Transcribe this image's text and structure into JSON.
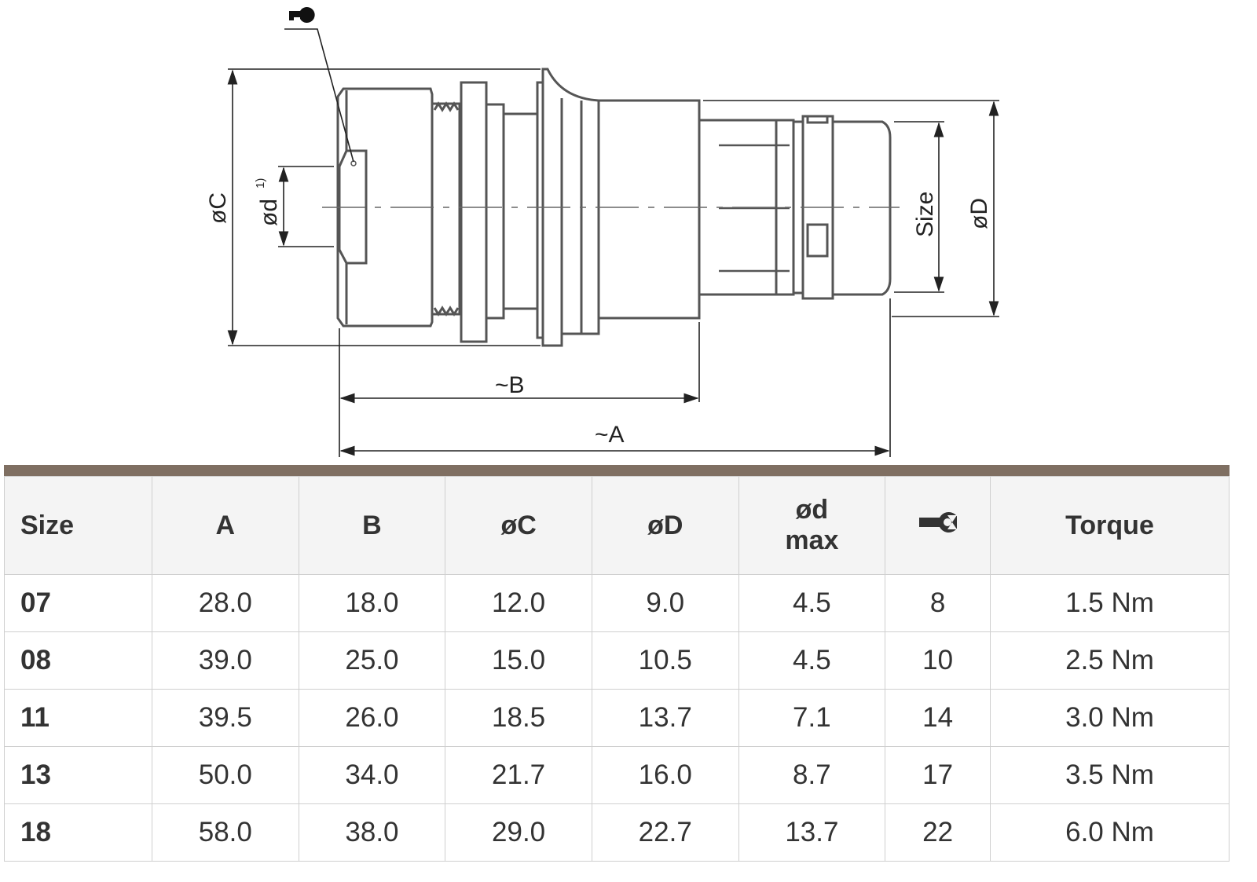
{
  "drawing": {
    "labels": {
      "dC": "øC",
      "dd": "ød",
      "dd_note": "1)",
      "size": "Size",
      "dD": "øD",
      "B": "~B",
      "A": "~A"
    },
    "wrench_icon": "wrench-icon"
  },
  "table": {
    "headers": [
      "Size",
      "A",
      "B",
      "øC",
      "øD",
      "ød",
      "max",
      "wrench-icon",
      "Torque"
    ],
    "rows": [
      [
        "07",
        "28.0",
        "18.0",
        "12.0",
        "9.0",
        "4.5",
        "8",
        "1.5 Nm"
      ],
      [
        "08",
        "39.0",
        "25.0",
        "15.0",
        "10.5",
        "4.5",
        "10",
        "2.5 Nm"
      ],
      [
        "11",
        "39.5",
        "26.0",
        "18.5",
        "13.7",
        "7.1",
        "14",
        "3.0 Nm"
      ],
      [
        "13",
        "50.0",
        "34.0",
        "21.7",
        "16.0",
        "8.7",
        "17",
        "3.5 Nm"
      ],
      [
        "18",
        "58.0",
        "38.0",
        "29.0",
        "22.7",
        "13.7",
        "22",
        "6.0 Nm"
      ]
    ]
  },
  "colors": {
    "header_bar": "#7f6f62",
    "header_bg": "#f4f4f4"
  }
}
